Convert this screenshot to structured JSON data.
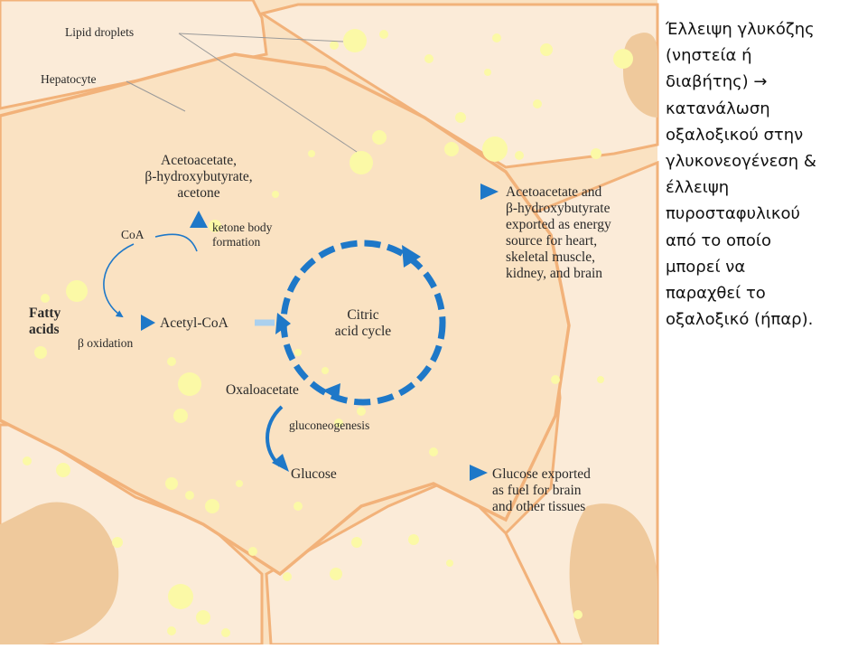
{
  "labels": {
    "lipid_droplets": "Lipid droplets",
    "hepatocyte": "Hepatocyte",
    "ketone_products": "Acetoacetate,\nβ-hydroxybutyrate,\nacetone",
    "coa": "CoA",
    "ketone_formation": "ketone body\nformation",
    "fatty_acids": "Fatty\nacids",
    "beta_oxidation": "β oxidation",
    "acetyl_coa": "Acetyl-CoA",
    "citric_acid_cycle": "Citric\nacid cycle",
    "oxaloacetate": "Oxaloacetate",
    "gluconeogenesis": "gluconeogenesis",
    "glucose": "Glucose",
    "ketone_export": "Acetoacetate and\nβ-hydroxybutyrate\nexported as energy\nsource for heart,\nskeletal muscle,\nkidney, and brain",
    "glucose_export": "Glucose exported\nas fuel for brain\nand other tissues"
  },
  "note": {
    "text": "Έλλειψη γλυκόζης (νηστεία ή διαβήτης) → κατανάλωση οξαλοξικού στην γλυκονεογένεση & έλλειψη πυροσταφυλικού από το οποίο μπορεί να παραχθεί το οξαλοξικό (ήπαρ).",
    "display": "Έλλειψη γλυκόζης\n(νηστεία ή\nδιαβήτης) →\nκατανάλωση\nοξαλοξικού στην\nγλυκονεογένεση &\nέλλειψη\nπυροσταφυλικού\nαπό το οποίο\nμπορεί να\nπαραχθεί το\nοξαλοξικό (ήπαρ)."
  },
  "colors": {
    "cell_fill": "#fae2c2",
    "cell_border": "#f2b27a",
    "droplet": "#fbf9a6",
    "arrow_blue": "#1e78c8",
    "text": "#2a2a2a"
  }
}
